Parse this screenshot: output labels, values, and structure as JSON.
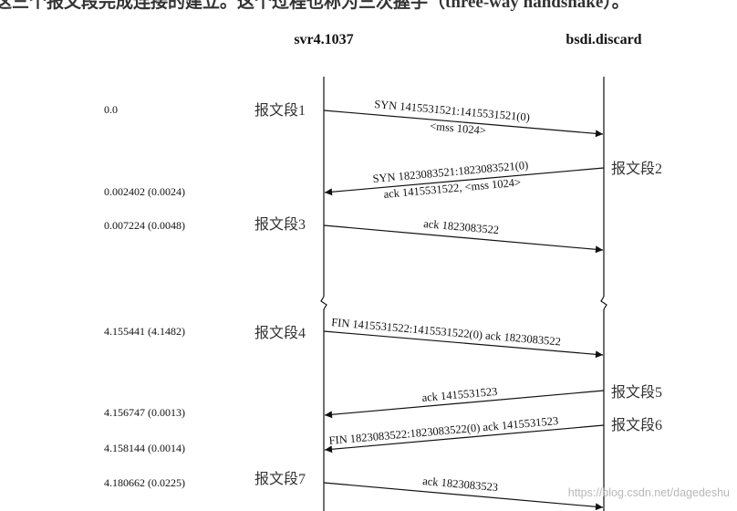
{
  "header_text": "这三个报文段完成连接的建立。这个过程也称为三次握手（three-way handshake）。",
  "hosts": {
    "left": "svr4.1037",
    "right": "bsdi.discard"
  },
  "timestamps": [
    "0.0",
    "0.002402 (0.0024)",
    "0.007224 (0.0048)",
    "4.155441 (4.1482)",
    "4.156747 (0.0013)",
    "4.158144 (0.0014)",
    "4.180662 (0.0225)"
  ],
  "segments": [
    {
      "label": "报文段1",
      "direction": "right",
      "lines": [
        "SYN  1415531521:1415531521(0)",
        "<mss 1024>"
      ]
    },
    {
      "label": "报文段2",
      "direction": "left",
      "lines": [
        "SYN  1823083521:1823083521(0)",
        "ack 1415531522, <mss 1024>"
      ]
    },
    {
      "label": "报文段3",
      "direction": "right",
      "lines": [
        "ack 1823083522"
      ]
    },
    {
      "label": "报文段4",
      "direction": "right",
      "lines": [
        "FIN  1415531522:1415531522(0) ack 1823083522"
      ]
    },
    {
      "label": "报文段5",
      "direction": "left",
      "lines": [
        "ack 1415531523"
      ]
    },
    {
      "label": "报文段6",
      "direction": "left",
      "lines": [
        "FIN  1823083522:1823083522(0) ack 1415531523"
      ]
    },
    {
      "label": "报文段7",
      "direction": "right",
      "lines": [
        "ack 1823083523"
      ]
    }
  ],
  "watermark": "https://blog.csdn.net/dagedeshu"
}
